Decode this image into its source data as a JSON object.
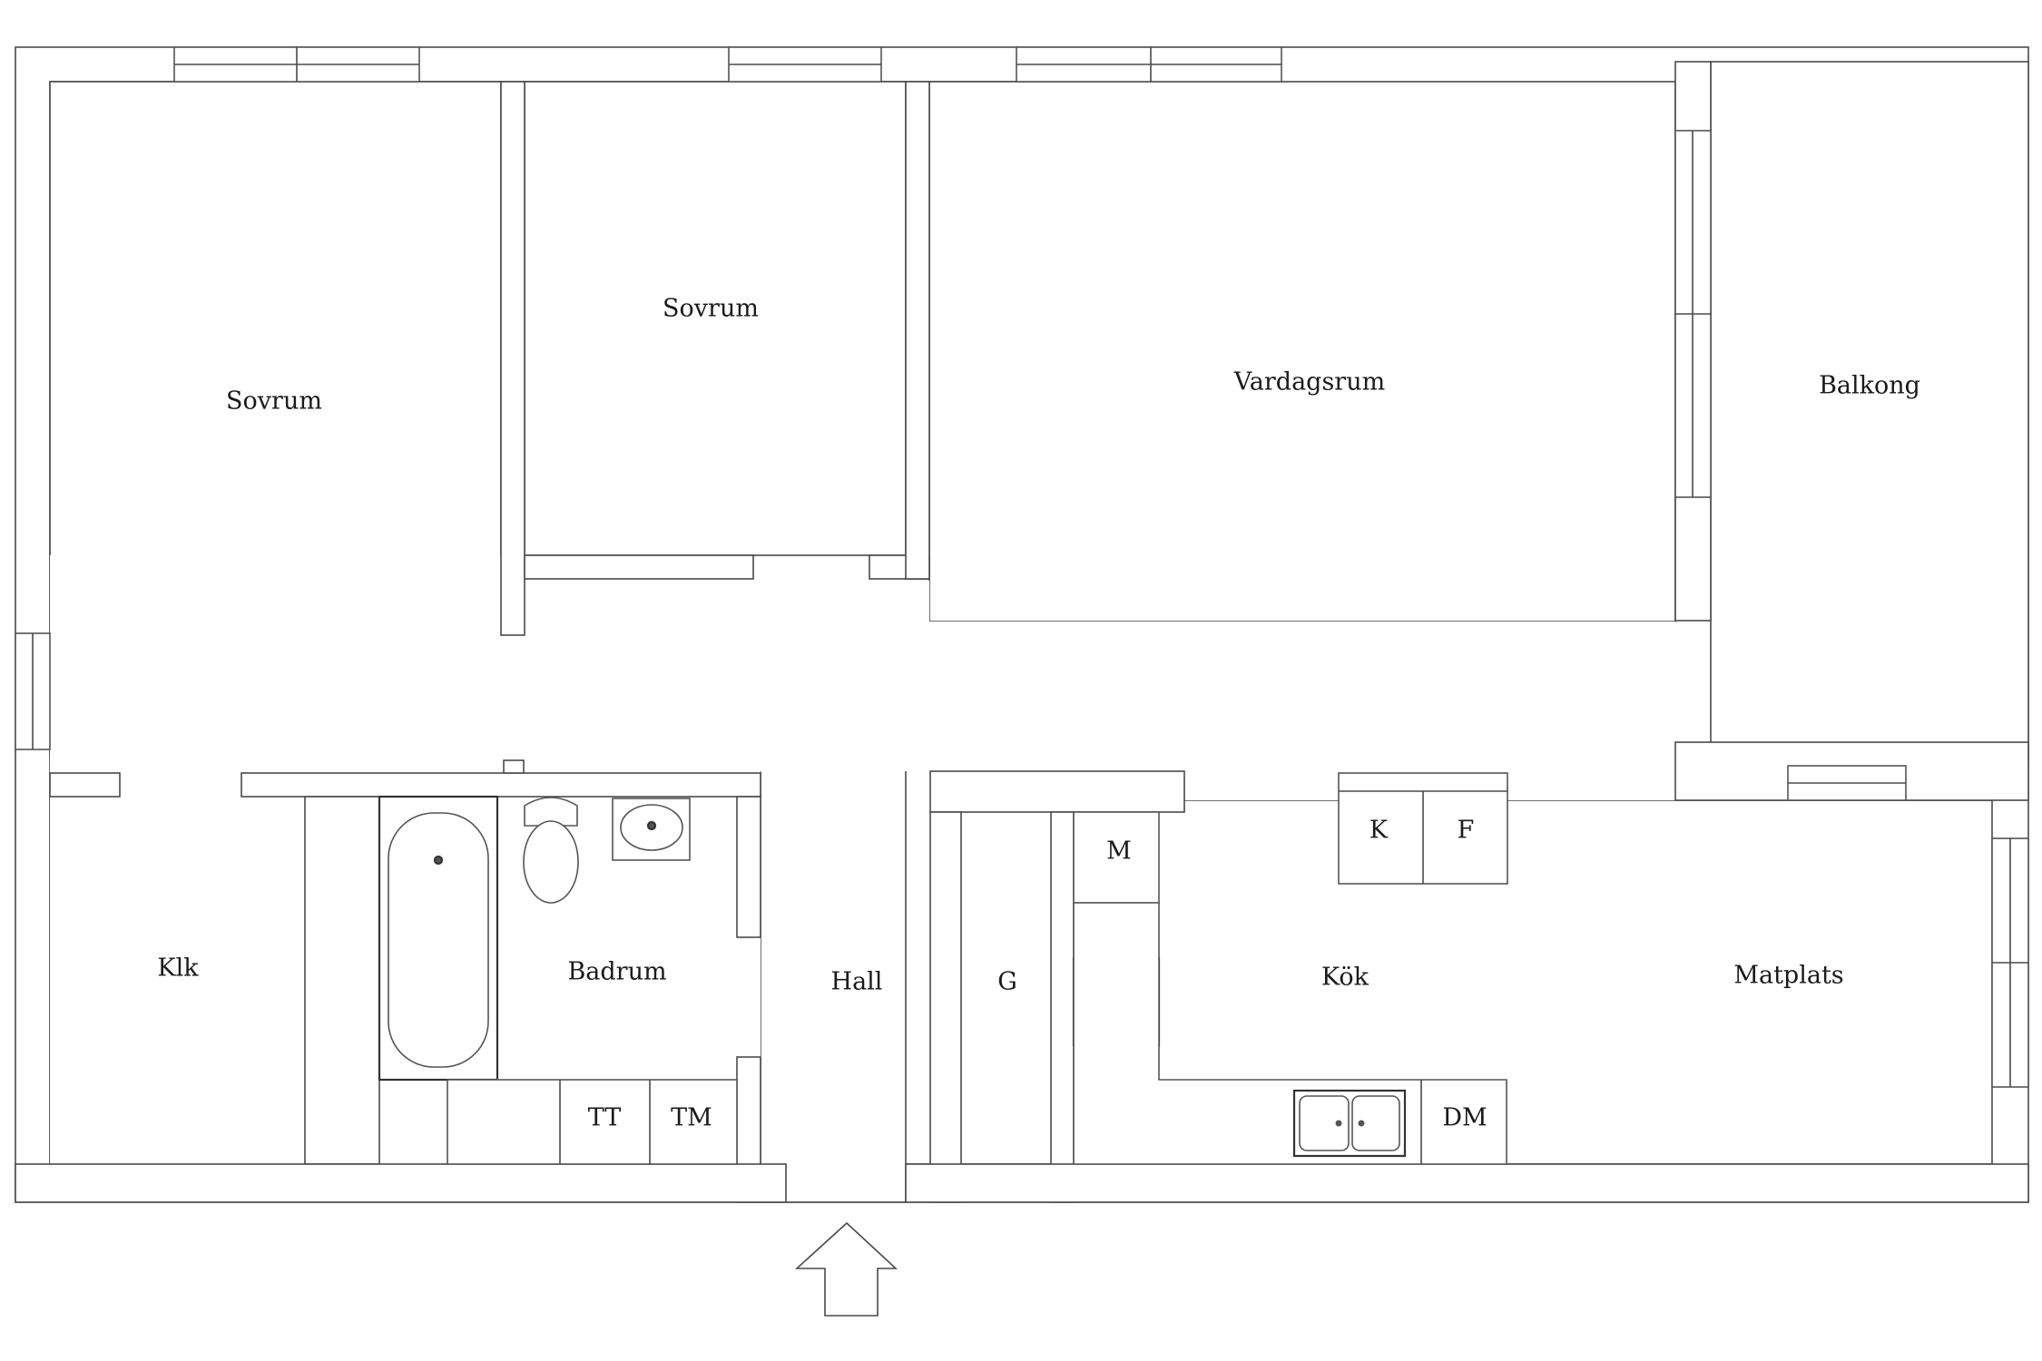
{
  "rooms": {
    "sovrum_left": "Sovrum",
    "sovrum_mid": "Sovrum",
    "vardagsrum": "Vardagsrum",
    "balkong": "Balkong",
    "klk": "Klk",
    "badrum": "Badrum",
    "hall": "Hall",
    "garderob": "G",
    "kok": "Kök",
    "matplats": "Matplats"
  },
  "fixtures": {
    "microwave": "M",
    "cooler": "K",
    "freezer": "F",
    "dryer": "TT",
    "washer": "TM",
    "dishwasher": "DM"
  }
}
